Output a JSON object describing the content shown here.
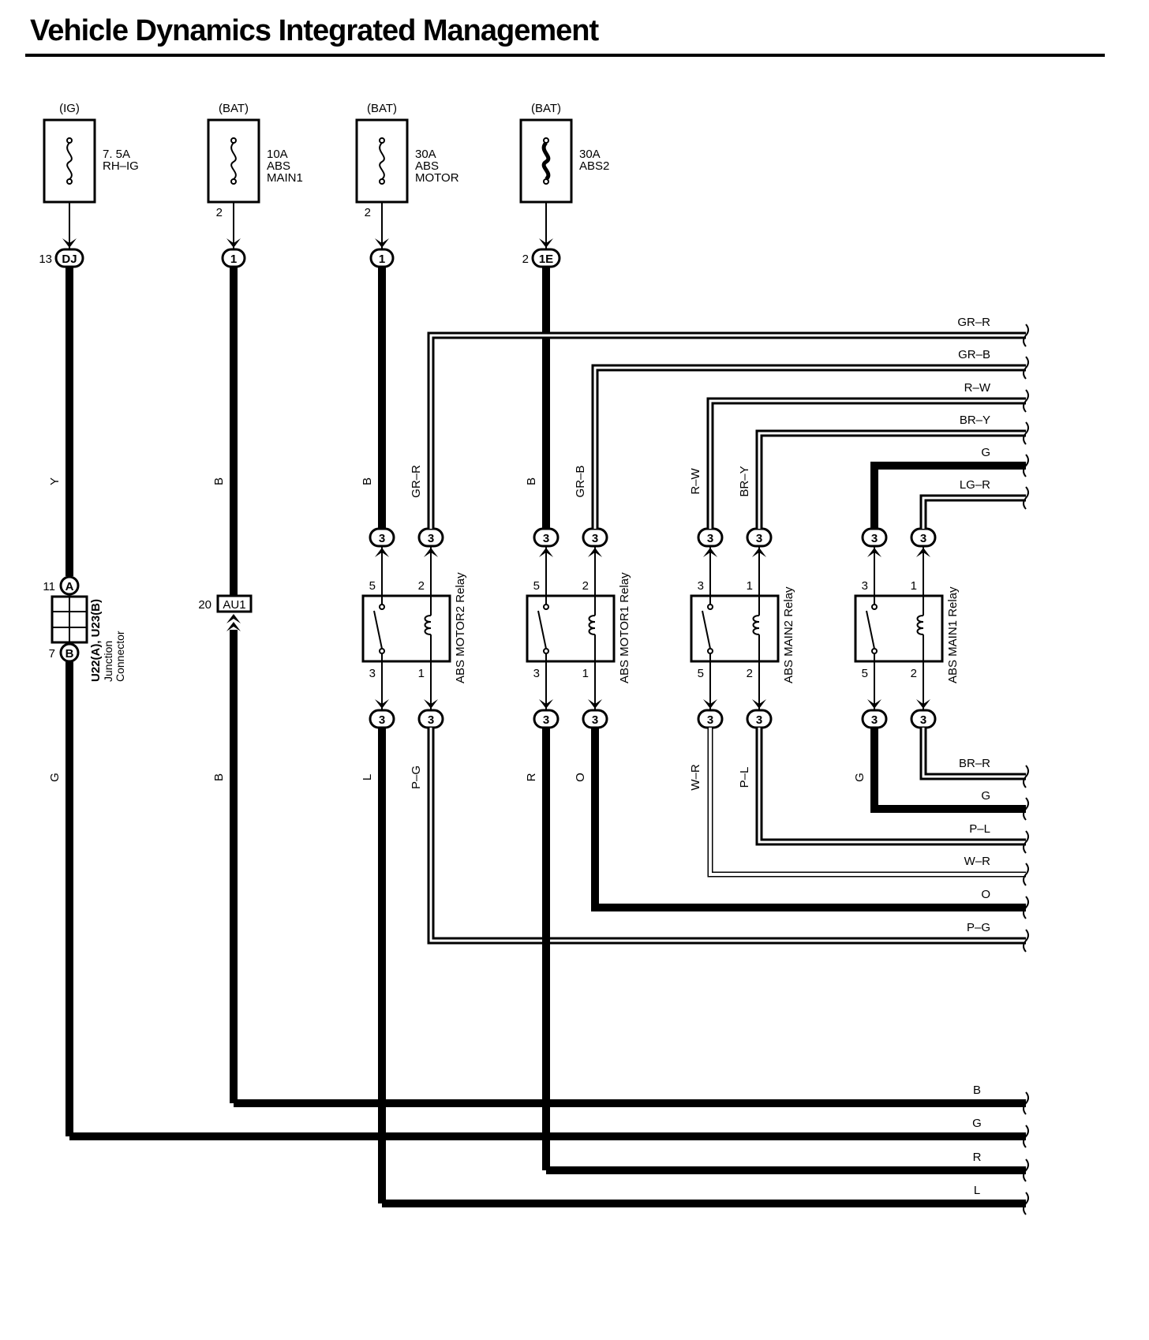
{
  "title": "Vehicle Dynamics Integrated Management",
  "fuses": [
    {
      "id": "f1",
      "source": "(IG)",
      "amp": "7. 5A",
      "lines": [
        "RH–IG"
      ],
      "out_pin": "",
      "conn": "DJ",
      "conn_pin": "13",
      "wire": "Y"
    },
    {
      "id": "f2",
      "source": "(BAT)",
      "amp": "10A",
      "lines": [
        "ABS",
        "MAIN1"
      ],
      "out_pin": "2",
      "conn": "1",
      "conn_pin": "",
      "wire": "B"
    },
    {
      "id": "f3",
      "source": "(BAT)",
      "amp": "30A",
      "lines": [
        "ABS",
        "MOTOR"
      ],
      "out_pin": "2",
      "conn": "1",
      "conn_pin": "",
      "wire": "B"
    },
    {
      "id": "f4",
      "source": "(BAT)",
      "amp": "30A",
      "lines": [
        "ABS2"
      ],
      "out_pin": "",
      "conn": "1E",
      "conn_pin": "2",
      "wire": "B"
    }
  ],
  "junction": {
    "top_label": "A",
    "top_pin": "11",
    "bottom_label": "B",
    "bottom_pin": "7",
    "name": "U22(A), U23(B)",
    "desc1": "Junction",
    "desc2": "Connector",
    "wire_below": "G"
  },
  "au1": {
    "label": "AU1",
    "pin": "20",
    "wire_below": "B"
  },
  "relays": [
    {
      "name": "ABS MOTOR2 Relay",
      "pins": {
        "tl": "5",
        "tr": "2",
        "bl": "3",
        "br": "1"
      },
      "conn": "3",
      "wire_in_left": "B",
      "wire_in_right": "GR–R",
      "wire_out_left": "L",
      "wire_out_right": "P–G"
    },
    {
      "name": "ABS MOTOR1 Relay",
      "pins": {
        "tl": "5",
        "tr": "2",
        "bl": "3",
        "br": "1"
      },
      "conn": "3",
      "wire_in_left": "B",
      "wire_in_right": "GR–B",
      "wire_out_left": "R",
      "wire_out_right": "O"
    },
    {
      "name": "ABS MAIN2 Relay",
      "pins": {
        "tl": "3",
        "tr": "1",
        "bl": "5",
        "br": "2"
      },
      "conn": "3",
      "wire_in_left": "R–W",
      "wire_in_right": "BR–Y",
      "wire_out_left": "W–R",
      "wire_out_right": "P–L"
    },
    {
      "name": "ABS MAIN1 Relay",
      "pins": {
        "tl": "3",
        "tr": "1",
        "bl": "5",
        "br": "2"
      },
      "conn": "3",
      "wire_in_left": "",
      "wire_in_right": "",
      "wire_out_left": "G",
      "wire_out_right": ""
    }
  ],
  "right_labels_top": [
    "GR–R",
    "GR–B",
    "R–W",
    "BR–Y",
    "G",
    "LG–R"
  ],
  "right_labels_mid": [
    "BR–R",
    "G",
    "P–L",
    "W–R",
    "O",
    "P–G"
  ],
  "right_labels_bottom": [
    "B",
    "G",
    "R",
    "L"
  ]
}
